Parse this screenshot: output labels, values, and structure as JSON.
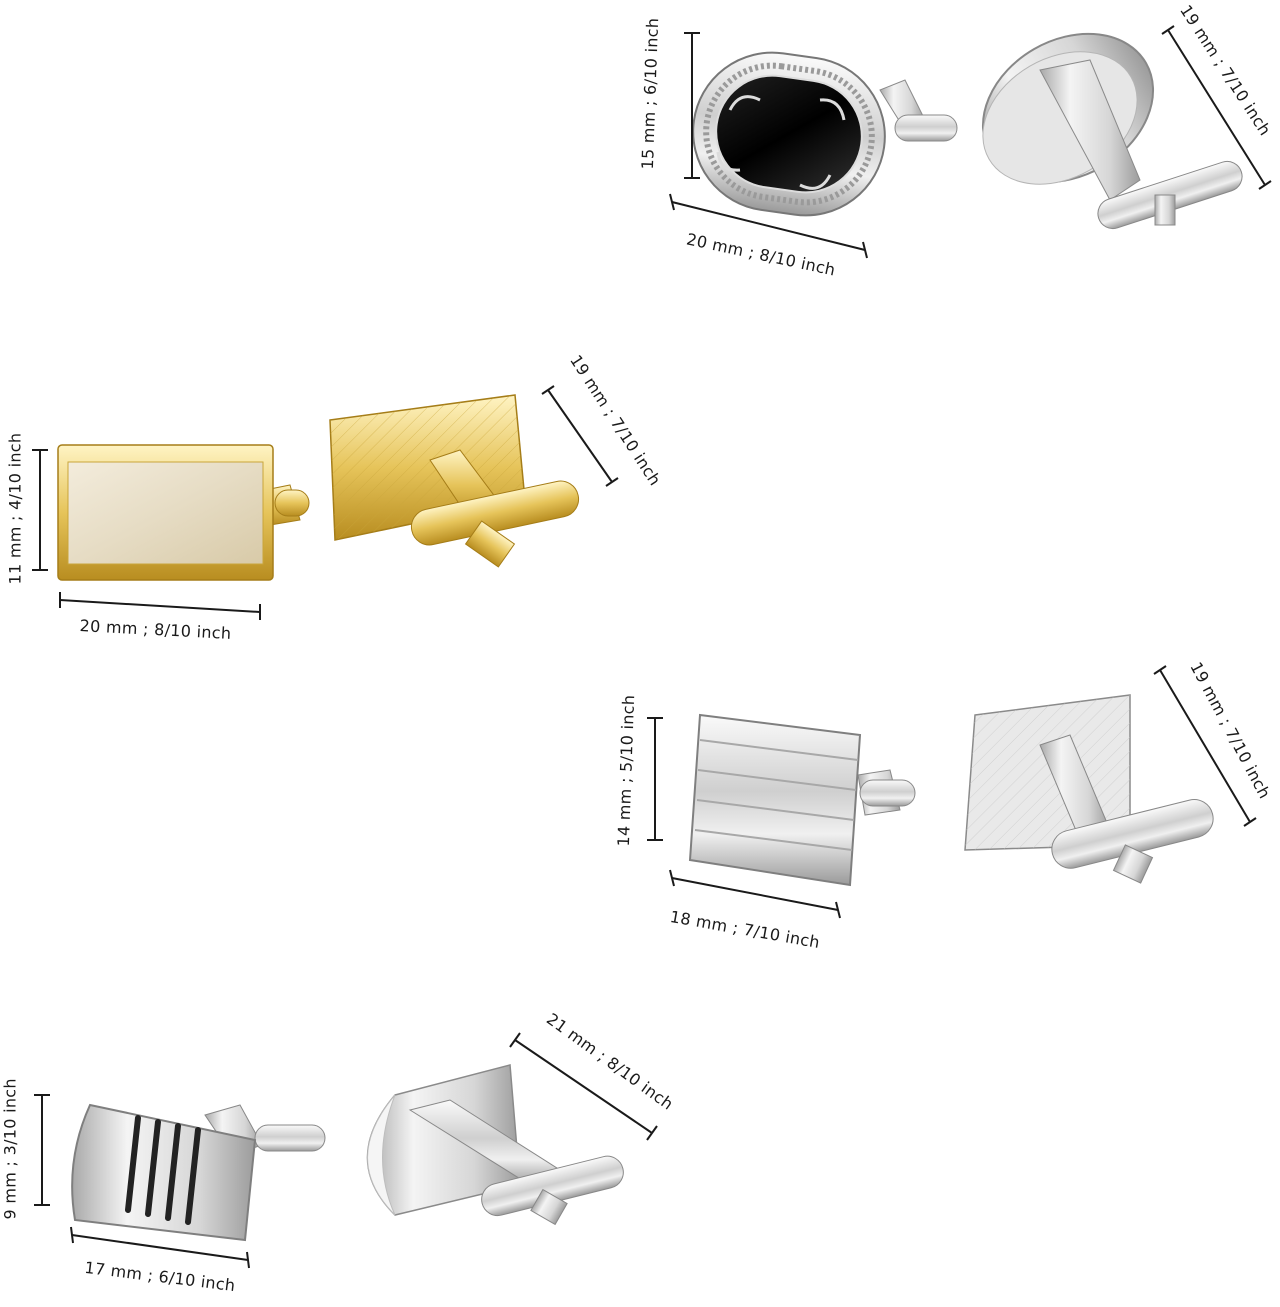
{
  "products": [
    {
      "id": "oval-black-enamel",
      "finish": "silver",
      "inlay_color": "#0b0b0b",
      "dims": {
        "height": "15 mm ; 6/10 inch",
        "width": "20 mm ; 8/10 inch",
        "back": "19 mm ; 7/10 inch"
      }
    },
    {
      "id": "gold-rectangle",
      "finish": "gold",
      "dims": {
        "height": "11 mm ; 4/10 inch",
        "width": "20 mm ; 8/10 inch",
        "back": "19 mm ; 7/10 inch"
      }
    },
    {
      "id": "silver-striped-rectangle",
      "finish": "silver",
      "dims": {
        "height": "14 mm ; 5/10 inch",
        "width": "18 mm ; 7/10 inch",
        "back": "19 mm ; 7/10 inch"
      }
    },
    {
      "id": "silver-barrel-grooved",
      "finish": "silver",
      "dims": {
        "height": "9 mm ; 3/10 inch",
        "width": "17 mm ; 6/10 inch",
        "back": "21 mm ; 8/10 inch"
      }
    }
  ],
  "colors": {
    "silver_light": "#f2f2f2",
    "silver_mid": "#bdbdbd",
    "silver_dark": "#8a8a8a",
    "gold_light": "#fff1bf",
    "gold_mid": "#e1bb49",
    "gold_dark": "#b58a1c",
    "line": "#1a1a1a"
  }
}
